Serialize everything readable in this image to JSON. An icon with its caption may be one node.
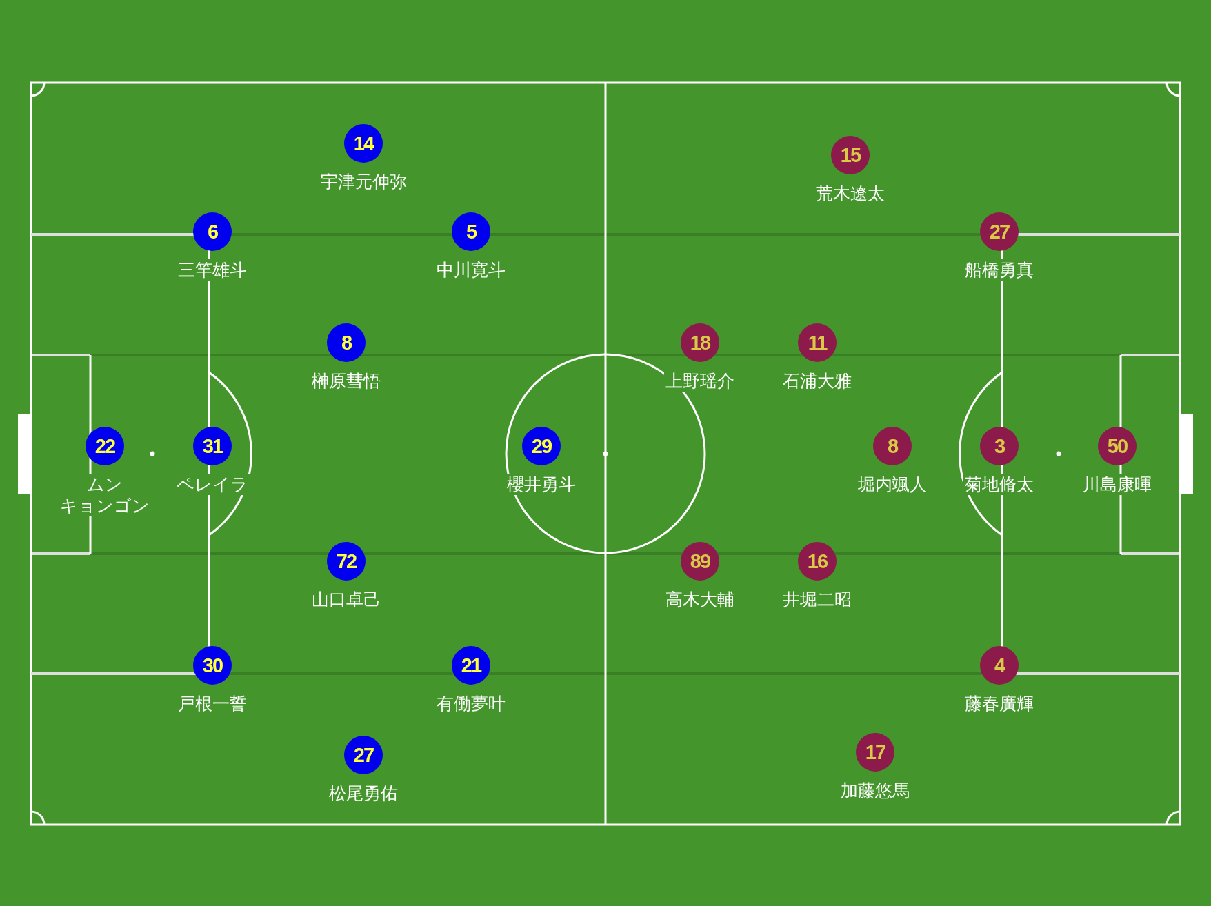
{
  "diagram": {
    "nodes": [
      {
        "text": [
          "14"
        ],
        "beside": [
          "宇津元伸弥"
        ]
      },
      {
        "text": [
          "15"
        ],
        "beside": [
          "荒木遼太"
        ]
      },
      {
        "text": [
          "6"
        ],
        "beside": [
          "三竿雄斗"
        ]
      },
      {
        "text": [
          "5"
        ],
        "beside": [
          "中川寛斗"
        ]
      },
      {
        "text": [
          "27"
        ],
        "beside": [
          "船橋勇真"
        ]
      },
      {
        "text": [
          "8"
        ],
        "beside": [
          "榊原彗悟"
        ]
      },
      {
        "text": [
          "18"
        ],
        "beside": [
          "上野瑶介"
        ]
      },
      {
        "text": [
          "11"
        ],
        "beside": [
          "石浦大雅"
        ]
      },
      {
        "text": [
          "22"
        ],
        "beside": [
          "ムン",
          "キョンゴン"
        ]
      },
      {
        "text": [
          "31"
        ],
        "beside": [
          "ペレイラ"
        ]
      },
      {
        "text": [
          "29"
        ],
        "beside": [
          "櫻井勇斗"
        ]
      },
      {
        "text": [
          "8"
        ],
        "beside": [
          "堀内颯人"
        ]
      },
      {
        "text": [
          "3"
        ],
        "beside": [
          "菊地脩太"
        ]
      },
      {
        "text": [
          "50"
        ],
        "beside": [
          "川島康暉"
        ]
      },
      {
        "text": [
          "72"
        ],
        "beside": [
          "山口卓己"
        ]
      },
      {
        "text": [
          "89"
        ],
        "beside": [
          "高木大輔"
        ]
      },
      {
        "text": [
          "16"
        ],
        "beside": [
          "井堀二昭"
        ]
      },
      {
        "text": [
          "30"
        ],
        "beside": [
          "戸根一誓"
        ]
      },
      {
        "text": [
          "21"
        ],
        "beside": [
          "有働夢叶"
        ]
      },
      {
        "text": [
          "4"
        ],
        "beside": [
          "藤春廣輝"
        ]
      },
      {
        "text": [
          "27"
        ],
        "beside": [
          "松尾勇佑"
        ]
      },
      {
        "text": [
          "17"
        ],
        "beside": [
          "加藤悠馬"
        ]
      }
    ]
  }
}
